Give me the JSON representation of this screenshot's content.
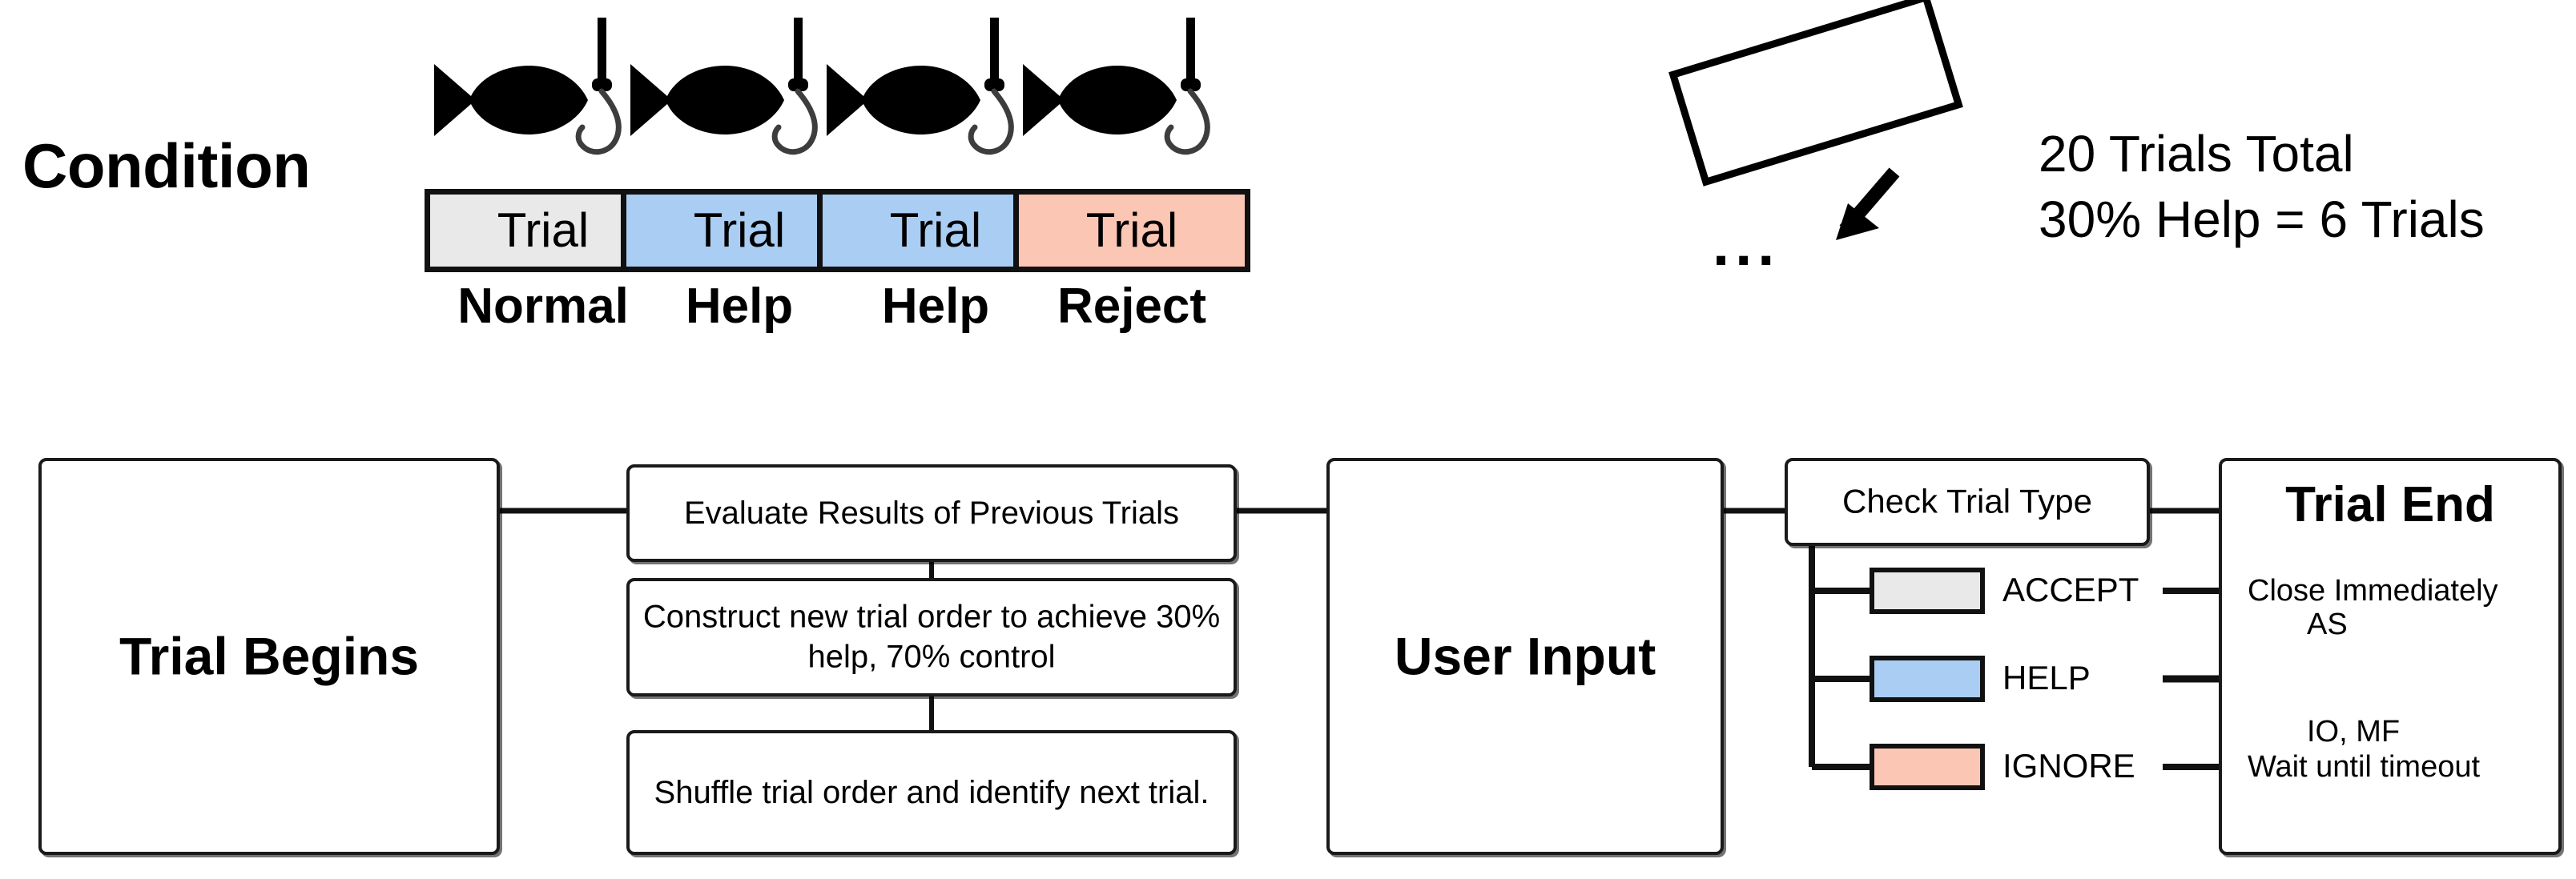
{
  "condition": {
    "label": "Condition",
    "ellipsis": "...",
    "summary_line_1": "20 Trials Total",
    "summary_line_2": "30% Help = 6 Trials",
    "trials": [
      {
        "chip": "Trial",
        "caption": "Normal",
        "type": "normal",
        "color": "#e9e9e9",
        "icon": "fish-hook-icon"
      },
      {
        "chip": "Trial",
        "caption": "Help",
        "type": "help",
        "color": "#a9cdf3",
        "icon": "fish-hook-icon"
      },
      {
        "chip": "Trial",
        "caption": "Help",
        "type": "help",
        "color": "#a9cdf3",
        "icon": "fish-hook-icon"
      },
      {
        "chip": "Trial",
        "caption": "Reject",
        "type": "reject",
        "color": "#fbc6b4",
        "icon": "fish-hook-icon"
      }
    ],
    "rotated_card": {
      "icon": "rotated-rectangle-icon",
      "fill": "#ffffff",
      "stroke": "#000000"
    },
    "arrow": {
      "icon": "arrow-down-left-icon"
    }
  },
  "flow": {
    "trial_begins": "Trial Begins",
    "evaluate": "Evaluate Results of Previous Trials",
    "construct": "Construct new trial order to achieve 30% help, 70% control",
    "shuffle": "Shuffle trial order and identify next trial.",
    "user_input": "User Input",
    "check_trial_type": "Check Trial Type",
    "trial_end_title": "Trial End",
    "branches": [
      {
        "swatch_color": "#e9e9e9",
        "label": "ACCEPT",
        "outcome": "Close Immediately"
      },
      {
        "swatch_color": "#a9cdf3",
        "label": "HELP",
        "outcome_top": "AS",
        "outcome_bottom": "IO, MF"
      },
      {
        "swatch_color": "#fbc6b4",
        "label": "IGNORE",
        "outcome": "Wait until timeout"
      }
    ]
  },
  "colors": {
    "normal_gray": "#e9e9e9",
    "help_blue": "#a9cdf3",
    "reject_pink": "#fbc6b4",
    "stroke": "#111111",
    "background": "#ffffff"
  }
}
